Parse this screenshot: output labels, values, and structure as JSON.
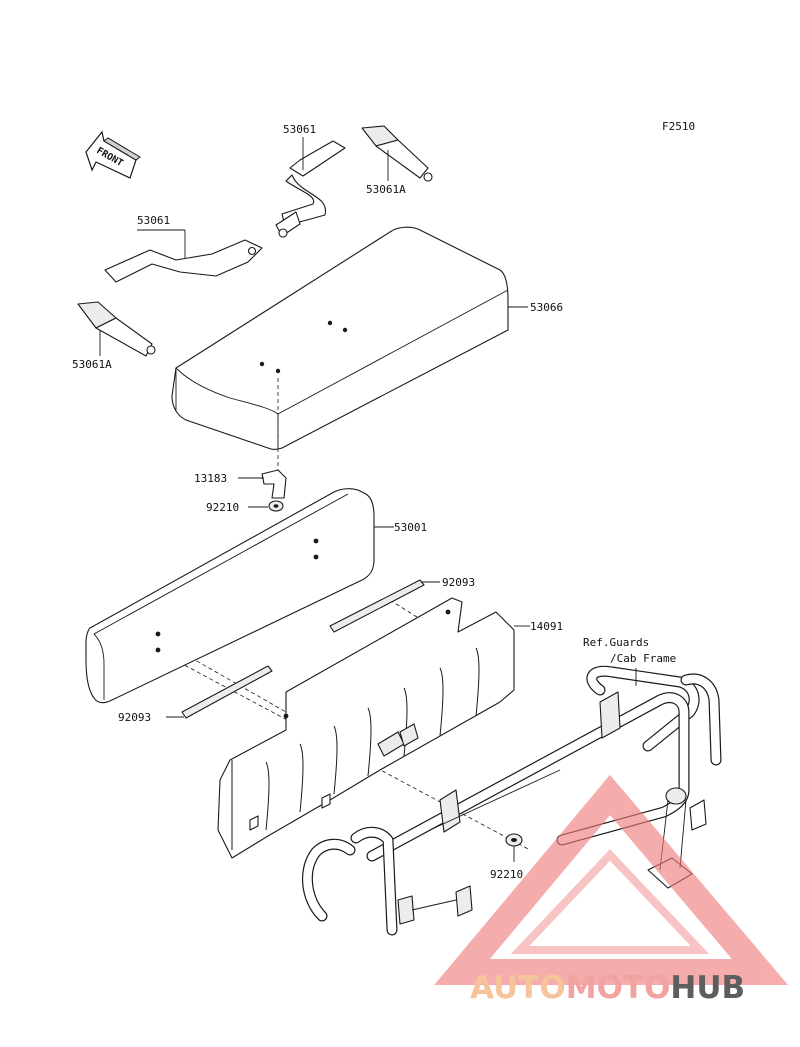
{
  "figure_code": "F2510",
  "front_arrow_label": "FRONT",
  "reference_note": {
    "line1": "Ref.Guards",
    "line2": "/Cab Frame"
  },
  "callouts": [
    {
      "id": "c1",
      "label": "53061"
    },
    {
      "id": "c2",
      "label": "53061A"
    },
    {
      "id": "c3",
      "label": "53061"
    },
    {
      "id": "c4",
      "label": "53061A"
    },
    {
      "id": "c5",
      "label": "53066"
    },
    {
      "id": "c6",
      "label": "13183"
    },
    {
      "id": "c7",
      "label": "92210"
    },
    {
      "id": "c8",
      "label": "53001"
    },
    {
      "id": "c9",
      "label": "92093"
    },
    {
      "id": "c10",
      "label": "14091"
    },
    {
      "id": "c11",
      "label": "92093"
    },
    {
      "id": "c12",
      "label": "92210"
    }
  ],
  "watermark": {
    "part1": "AUTO",
    "part2": "MOTO",
    "part3": "HUB",
    "color1": "#f6c49a",
    "color2": "#f3a2a2",
    "color3": "#5e5e5e"
  }
}
